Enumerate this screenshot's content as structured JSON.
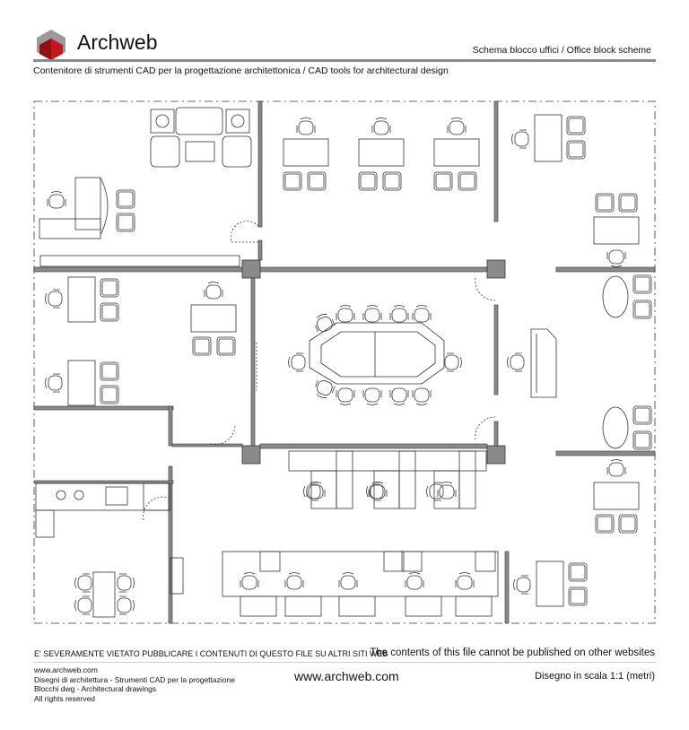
{
  "header": {
    "brand": "Archweb",
    "title": "Schema blocco uffici  /  Office block scheme",
    "subtitle": "Contenitore di strumenti CAD per la progettazione architettonica  /  CAD tools for architectural design",
    "logo_colors": {
      "red": "#c4161c",
      "grey": "#8c8c8c"
    }
  },
  "drawing": {
    "subject": "office-block-floor-plan",
    "wall_color": "#8a8a8a",
    "line_color": "#222222"
  },
  "footer": {
    "warning_it": "E' SEVERAMENTE VIETATO PUBBLICARE I CONTENUTI DI QUESTO FILE SU ALTRI SITI WEB",
    "warning_en": "The contents of this file cannot be published on other websites",
    "left_lines": [
      "www.archweb.com",
      "Disegni di architettura - Strumenti CAD  per la progettazione",
      "Blocchi dwg - Architectural drawings",
      "All rights reserved"
    ],
    "center": "www.archweb.com",
    "scale": "Disegno in scala 1:1 (metri)"
  }
}
